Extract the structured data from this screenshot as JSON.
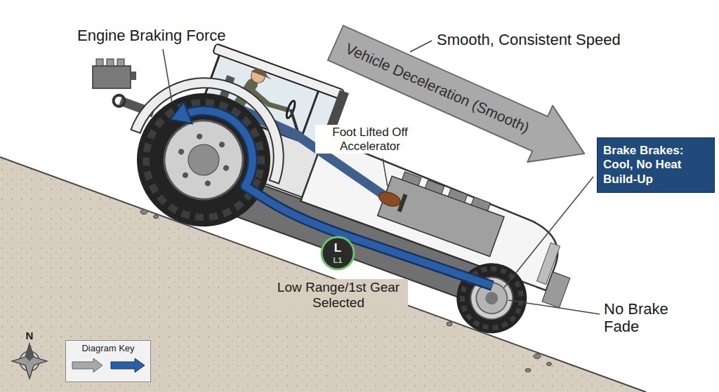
{
  "diagram": {
    "nodes": [
      {
        "text": [
          "Vehicle Deceleration (Smooth)"
        ]
      },
      {
        "text": [
          "L",
          "L1"
        ]
      },
      {
        "text": [
          "Brake Brakes: Cool, No Heat Build-Up"
        ]
      },
      {
        "text": [
          "Diagram Key"
        ]
      }
    ],
    "labels": [
      "Engine Braking Force",
      "Smooth, Consistent Speed",
      "Foot Lifted Off Accelerator",
      "Low Range/1st Gear Selected",
      "No Brake Fade",
      "N"
    ]
  }
}
